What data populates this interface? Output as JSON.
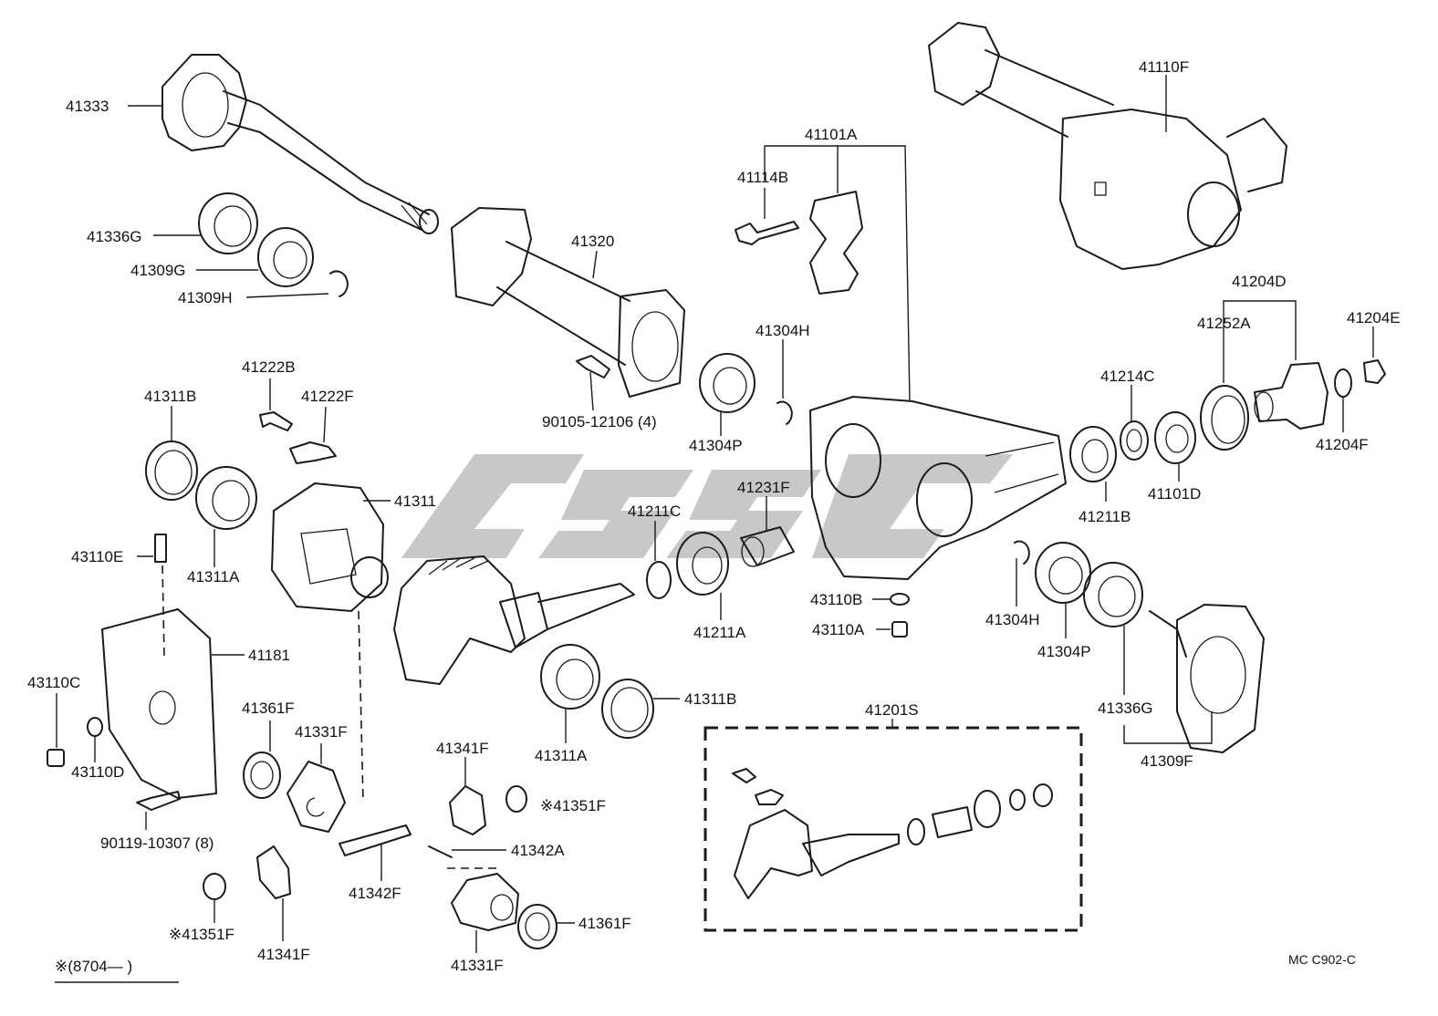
{
  "labels": {
    "l41333": "41333",
    "l41336G_a": "41336G",
    "l41309G": "41309G",
    "l41309H": "41309H",
    "l41320": "41320",
    "l90105": "90105-12106 (4)",
    "l41222B": "41222B",
    "l41222F": "41222F",
    "l41311B_a": "41311B",
    "l41311": "41311",
    "l41311A_a": "41311A",
    "l43110E": "43110E",
    "l41181": "41181",
    "l43110C": "43110C",
    "l43110D": "43110D",
    "l90119": "90119-10307 (8)",
    "l41361F_a": "41361F",
    "l41331F_a": "41331F",
    "l41351F_a": "※41351F",
    "l41341F_a": "41341F",
    "l41342F": "41342F",
    "l41342A": "41342A",
    "l41341F_b": "41341F",
    "l41351F_b": "※41351F",
    "l41331F_b": "41331F",
    "l41361F_b": "41361F",
    "l41311A_b": "41311A",
    "l41311B_b": "41311B",
    "l41211C": "41211C",
    "l41211A": "41211A",
    "l41231F": "41231F",
    "l41304P_a": "41304P",
    "l41304H_a": "41304H",
    "l41114B": "41114B",
    "l41101A": "41101A",
    "l41110F": "41110F",
    "l43110B": "43110B",
    "l43110A": "43110A",
    "l41304H_b": "41304H",
    "l41304P_b": "41304P",
    "l41211B": "41211B",
    "l41214C": "41214C",
    "l41101D": "41101D",
    "l41252A": "41252A",
    "l41204D": "41204D",
    "l41204E": "41204E",
    "l41204F": "41204F",
    "l41336G_b": "41336G",
    "l41309F": "41309F",
    "l41201S": "41201S",
    "footnote": "※(8704—        )",
    "code": "MC  C902-C"
  },
  "icons": [
    "watermark-logo"
  ],
  "colors": {
    "ink": "#1a1a1a",
    "watermark": "#9a9a9a",
    "background": "#ffffff"
  }
}
